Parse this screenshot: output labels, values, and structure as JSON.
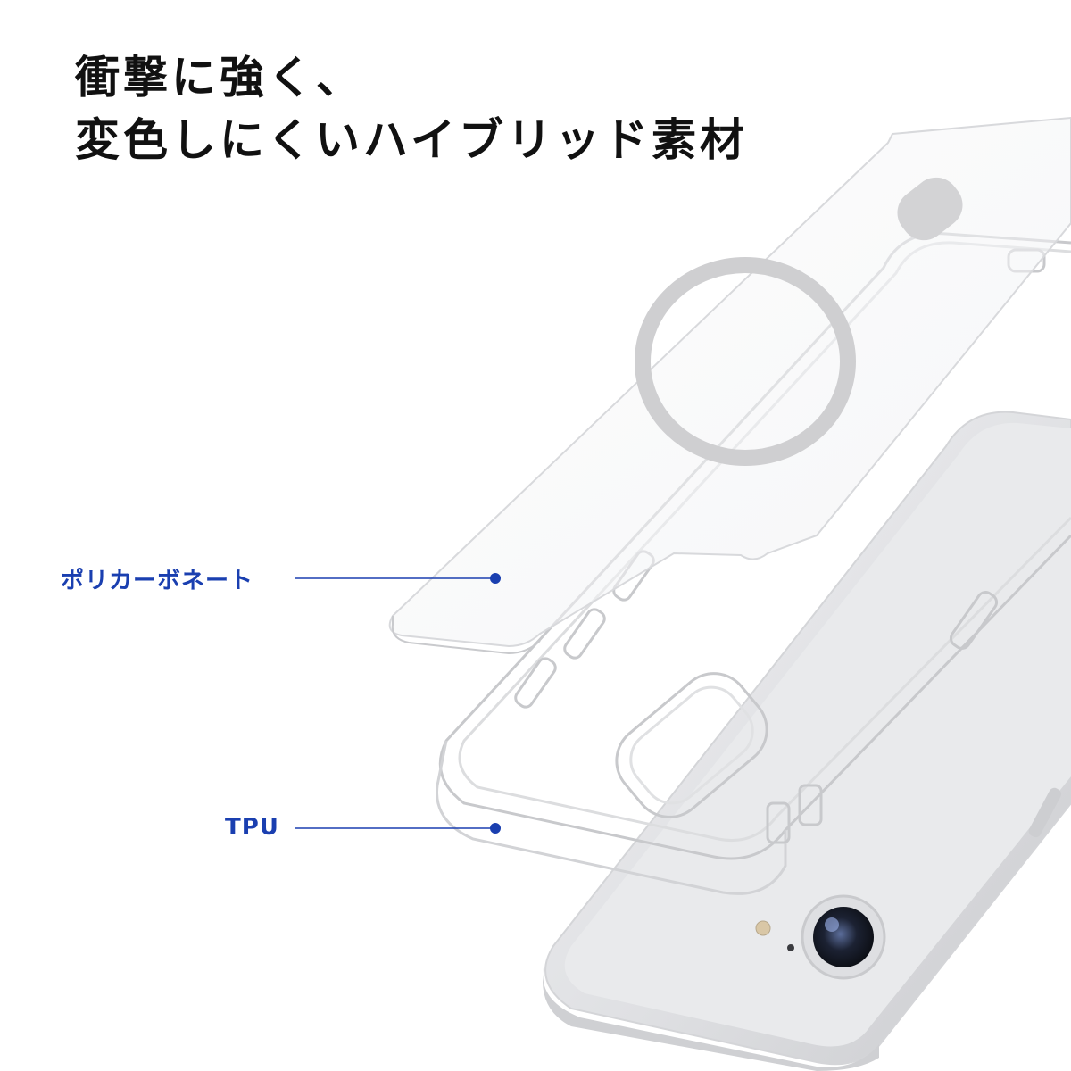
{
  "headline": {
    "line1": "衝撃に強く、",
    "line2": "変色しにくいハイブリッド素材"
  },
  "callouts": [
    {
      "label": "ポリカーボネート"
    },
    {
      "label": "TPU"
    }
  ],
  "colors": {
    "accent": "#1a3fb0",
    "headline_text": "#111111",
    "magsafe_ring": "#cfcfd1",
    "phone_body": "#e4e5e8"
  }
}
